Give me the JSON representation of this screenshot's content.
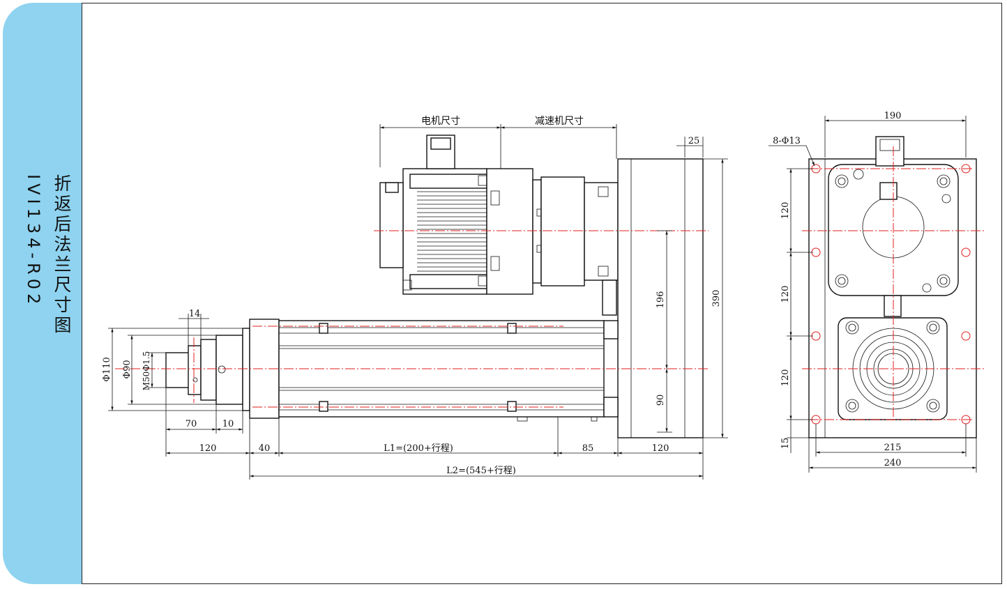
{
  "sidebar": {
    "title": "折返后法兰尺寸图",
    "model": "IVI134-R02"
  },
  "drawing": {
    "motor_size_label": "电机尺寸",
    "reducer_size_label": "减速机尺寸",
    "dim_25": "25",
    "dim_390": "390",
    "dim_196": "196",
    "dim_90": "90",
    "dim_14": "14",
    "dim_phi110": "Φ110",
    "dim_phi90": "Φ90",
    "dim_m50": "M50Φ1.5",
    "dim_70": "70",
    "dim_10": "10",
    "dim_120_left": "120",
    "dim_40": "40",
    "dim_l1": "L1=(200+行程)",
    "dim_85": "85",
    "dim_120_right": "120",
    "dim_l2": "L2=(545+行程)",
    "dim_190": "190",
    "dim_holes": "8-Φ13",
    "dim_120_a": "120",
    "dim_120_b": "120",
    "dim_120_c": "120",
    "dim_15": "15",
    "dim_215": "215",
    "dim_240": "240"
  }
}
